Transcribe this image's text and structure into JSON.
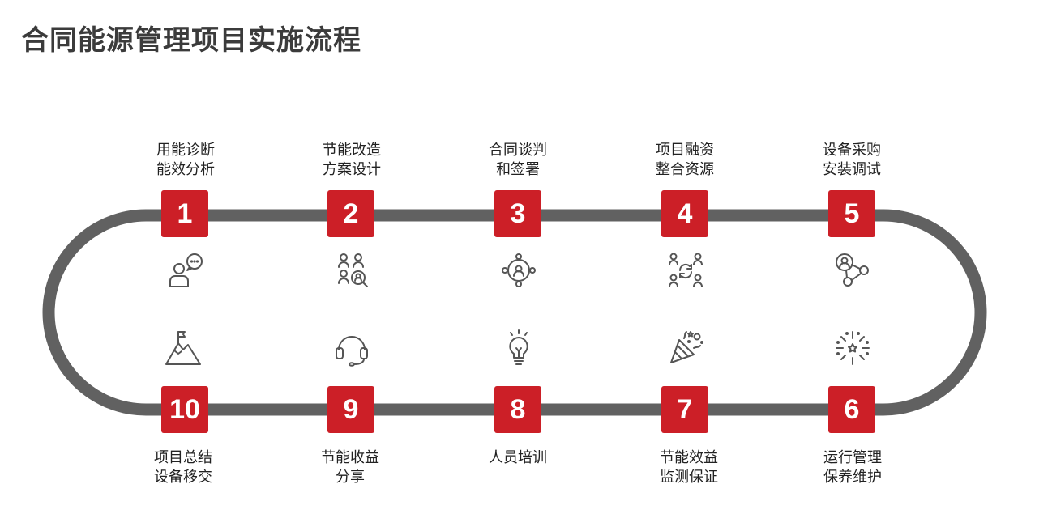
{
  "title": "合同能源管理项目实施流程",
  "colors": {
    "accent": "#cc1f27",
    "track": "#616161",
    "icon": "#555555"
  },
  "steps": [
    {
      "number": "1",
      "line1": "用能诊断",
      "line2": "能效分析",
      "icon": "consultation-icon"
    },
    {
      "number": "2",
      "line1": "节能改造",
      "line2": "方案设计",
      "icon": "team-search-icon"
    },
    {
      "number": "3",
      "line1": "合同谈判",
      "line2": "和签署",
      "icon": "network-meeting-icon"
    },
    {
      "number": "4",
      "line1": "项目融资",
      "line2": "整合资源",
      "icon": "team-cycle-icon"
    },
    {
      "number": "5",
      "line1": "设备采购",
      "line2": "安装调试",
      "icon": "connected-user-icon"
    },
    {
      "number": "6",
      "line1": "运行管理",
      "line2": "保养维护",
      "icon": "fireworks-icon"
    },
    {
      "number": "7",
      "line1": "节能效益",
      "line2": "监测保证",
      "icon": "party-popper-icon"
    },
    {
      "number": "8",
      "line1": "人员培训",
      "line2": "",
      "icon": "lightbulb-icon"
    },
    {
      "number": "9",
      "line1": "节能收益",
      "line2": "分享",
      "icon": "headset-icon"
    },
    {
      "number": "10",
      "line1": "项目总结",
      "line2": "设备移交",
      "icon": "mountain-flag-icon"
    }
  ]
}
